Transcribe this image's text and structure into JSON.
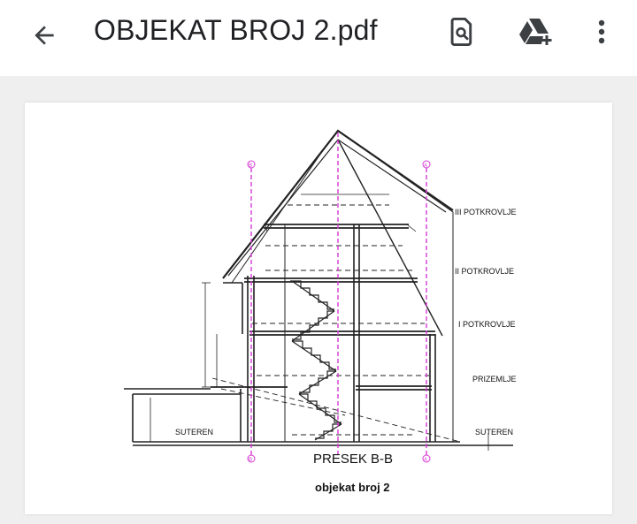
{
  "toolbar": {
    "title": "OBJEKAT BROJ 2.pdf",
    "back_icon": "arrow-back-icon",
    "search_icon": "find-in-document-icon",
    "drive_icon": "add-to-drive-icon",
    "menu_icon": "more-vertical-icon"
  },
  "drawing": {
    "levels": {
      "potkrovlje_3": "III POTKROVLJE",
      "potkrovlje_2": "II POTKROVLJE",
      "potkrovlje_1": "I POTKROVLJE",
      "prizemlje": "PRIZEMLJE",
      "suteren_right": "SUTEREN",
      "suteren_left": "SUTEREN"
    },
    "section_title": "PRESEK B-B",
    "subtitle": "objekat broj 2",
    "axis_left": "B",
    "axis_right": "A"
  }
}
